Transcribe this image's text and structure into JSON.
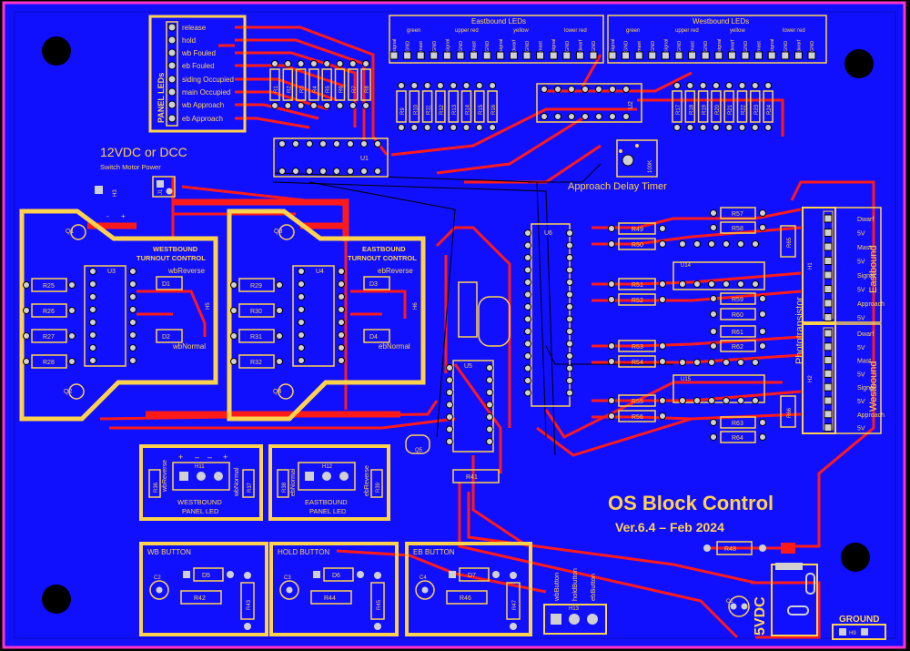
{
  "board": {
    "title": "OS Block Control",
    "version": "Ver.6.4 – Feb 2024",
    "colors": {
      "copper": "#1010ff",
      "trace": "#ff1a1a",
      "silk": "#ffd24d",
      "outline": "#ff33cc",
      "pad": "#d0d0d0"
    }
  },
  "panel_leds": {
    "title": "PANEL LEDs",
    "labels": [
      "release",
      "hold",
      "wb Fouled",
      "eb Fouled",
      "siding Occupied",
      "main Occupied",
      "wb Approach",
      "eb Approach"
    ]
  },
  "power": {
    "title": "12VDC or DCC",
    "subtitle": "Switch Motor Power",
    "minus": "-",
    "plus": "+",
    "j1": "J1",
    "h3": "H3"
  },
  "eastbound_leds": {
    "title": "Eastbound LEDs",
    "groups": [
      "green",
      "upper red",
      "yellow",
      "lower red"
    ],
    "pins": [
      "signal",
      "GND",
      "mast",
      "GND",
      "signal",
      "GND",
      "mast",
      "GND",
      "signal",
      "dwarf",
      "GND",
      "mast",
      "signal",
      "GND",
      "dwarf",
      "GND"
    ]
  },
  "westbound_leds": {
    "title": "Westbound LEDs",
    "groups": [
      "green",
      "upper red",
      "yellow",
      "lower red"
    ],
    "pins": [
      "signal",
      "GND",
      "mast",
      "GND",
      "signal",
      "GND",
      "mast",
      "GND",
      "signal",
      "dwarf",
      "GND",
      "mast",
      "signal",
      "GND",
      "dwarf",
      "GND"
    ]
  },
  "resistor_labels": {
    "top_left": [
      "R1",
      "R2",
      "R3",
      "R4",
      "R5",
      "R6",
      "R7",
      "R8"
    ],
    "top_mid": [
      "R9",
      "R10",
      "R11",
      "R12",
      "R13",
      "R14",
      "R15",
      "R16"
    ],
    "top_right": [
      "R17",
      "R18",
      "R19",
      "R20",
      "R21",
      "R22",
      "R23",
      "R24"
    ],
    "wb_turnout": [
      "R25",
      "R26",
      "R27",
      "R28"
    ],
    "eb_turnout": [
      "R29",
      "R30",
      "R31",
      "R32"
    ],
    "mid_col": [
      "R49",
      "R50",
      "R51",
      "R52",
      "R53",
      "R54",
      "R55",
      "R56"
    ],
    "right_col": [
      "R57",
      "R58",
      "R59",
      "R60",
      "R61",
      "R62",
      "R63",
      "R64"
    ],
    "r65": "R65",
    "r66": "R66",
    "r41": "R41",
    "r48": "R48"
  },
  "ics": {
    "u1": "U1",
    "u2": "U2",
    "u3": "U3",
    "u4": "U4",
    "u5": "U5",
    "u6": "U6",
    "u14": "U14",
    "u15": "U15"
  },
  "timer": {
    "label": "Approach Delay Timer",
    "pot": "100K"
  },
  "westbound_turnout": {
    "title": "WESTBOUND",
    "subtitle": "TURNOUT CONTROL",
    "reverse": "wbReverse",
    "normal": "wbNormal",
    "d1": "D1",
    "d2": "D2",
    "q1": "Q1",
    "q2": "Q2",
    "h5": "H5"
  },
  "eastbound_turnout": {
    "title": "EASTBOUND",
    "subtitle": "TURNOUT CONTROL",
    "reverse": "ebReverse",
    "normal": "ebNormal",
    "d3": "D3",
    "d4": "D4",
    "q3": "Q3",
    "q4": "Q4",
    "h6": "H6"
  },
  "panel_led_wb": {
    "title": "WESTBOUND",
    "subtitle": "PANEL LED",
    "header": "H11",
    "left": "wbReverse",
    "right": "wbNormal",
    "r_left": "R36",
    "r_right": "R37",
    "signs": [
      "+",
      "–",
      "–",
      "+"
    ]
  },
  "panel_led_eb": {
    "title": "EASTBOUND",
    "subtitle": "PANEL LED",
    "header": "H12",
    "left": "ebNormal",
    "right": "ebReverse",
    "r_left": "R38",
    "r_right": "R39"
  },
  "buttons": [
    {
      "title": "WB BUTTON",
      "cap": "C2",
      "diode": "D5",
      "r1": "R42",
      "r2": "R43"
    },
    {
      "title": "HOLD BUTTON",
      "cap": "C3",
      "diode": "D6",
      "r1": "R44",
      "r2": "R45"
    },
    {
      "title": "EB BUTTON",
      "cap": "C4",
      "diode": "D7",
      "r1": "R46",
      "r2": "R47"
    }
  ],
  "button_header": {
    "name": "H13",
    "labels": [
      "wbButton",
      "holdButton",
      "ebButton"
    ]
  },
  "eastbound_conn": {
    "title": "Eastbound",
    "header": "H1",
    "pins": [
      "Dwarf",
      "5V",
      "Mast",
      "5V",
      "Signal",
      "5V",
      "Approach",
      "5V"
    ]
  },
  "westbound_conn": {
    "title": "Westbound",
    "header": "H2",
    "pins": [
      "Dwarf",
      "5V",
      "Mast",
      "5V",
      "Signal",
      "5V",
      "Approach",
      "5V"
    ]
  },
  "phototransistor_label": "Phototransistor",
  "supply": {
    "label": "5VDC",
    "cap": "C1",
    "q5": "Q5"
  },
  "ground": {
    "label": "GROUND",
    "header": "H9"
  }
}
